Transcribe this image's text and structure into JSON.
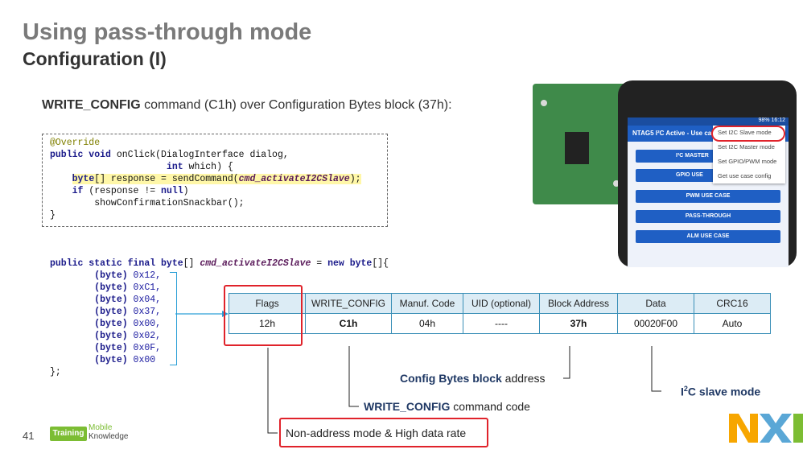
{
  "header": {
    "title": "Using pass-through mode",
    "subtitle": "Configuration (I)"
  },
  "intro": {
    "bold": "WRITE_CONFIG",
    "rest": " command (C1h) over Configuration Bytes block (37h):"
  },
  "code_top": {
    "l1": "@Override",
    "l2a": "public void",
    "l2b": " onClick(DialogInterface dialog,",
    "l3a": "int",
    "l3b": " which) {",
    "l4a": "byte",
    "l4b": "[] response = sendCommand(",
    "l4c": "cmd_activateI2CSlave",
    "l4d": ");",
    "l5a": "if",
    "l5b": " (response != ",
    "l5c": "null",
    "l5d": ")",
    "l6": "showConfirmationSnackbar();",
    "l7": "}"
  },
  "code_bottom": {
    "decl_a": "public static final byte",
    "decl_b": "[] ",
    "decl_c": "cmd_activateI2CSlave",
    "decl_d": " = ",
    "decl_e": "new byte",
    "decl_f": "[]{",
    "cast": "(byte)",
    "values": [
      "0x12,",
      "0xC1,",
      "0x04,",
      "0x37,",
      "0x00,",
      "0x02,",
      "0x0F,",
      "0x00"
    ],
    "close": "};"
  },
  "table": {
    "headers": [
      "Flags",
      "WRITE_CONFIG",
      "Manuf. Code",
      "UID (optional)",
      "Block Address",
      "Data",
      "CRC16"
    ],
    "values": [
      "12h",
      "C1h",
      "04h",
      "----",
      "37h",
      "00020F00",
      "Auto"
    ]
  },
  "labels": {
    "block_bold": "Config Bytes block",
    "block_rest": " address",
    "cmd_bold": "WRITE_CONFIG",
    "cmd_rest": " command code",
    "i2c_pre": "I",
    "i2c_sup": "2",
    "i2c_rest": "C slave mode",
    "flags": "Non-address mode & High data rate"
  },
  "footer": {
    "page": "41",
    "training": "Training",
    "mobile": "Mobile",
    "knowledge": "Knowledge"
  },
  "phone": {
    "status": "98% 16:12",
    "appbar": "NTAG5 I²C Active - Use ca",
    "menu": [
      "Set I2C Slave mode",
      "Set I2C Master mode",
      "Set GPIO/PWM mode",
      "Get use case config"
    ],
    "buttons": [
      "I²C MASTER",
      "GPIO USE",
      "PWM USE CASE",
      "PASS-THROUGH",
      "ALM USE CASE"
    ]
  },
  "colors": {
    "accent_blue": "#3a8fb7",
    "highlight_red": "#e0232b",
    "app_blue": "#1f5fc4",
    "nxp_orange": "#f7a600",
    "nxp_blue": "#5aa7d6",
    "nxp_green": "#7cbd33"
  }
}
